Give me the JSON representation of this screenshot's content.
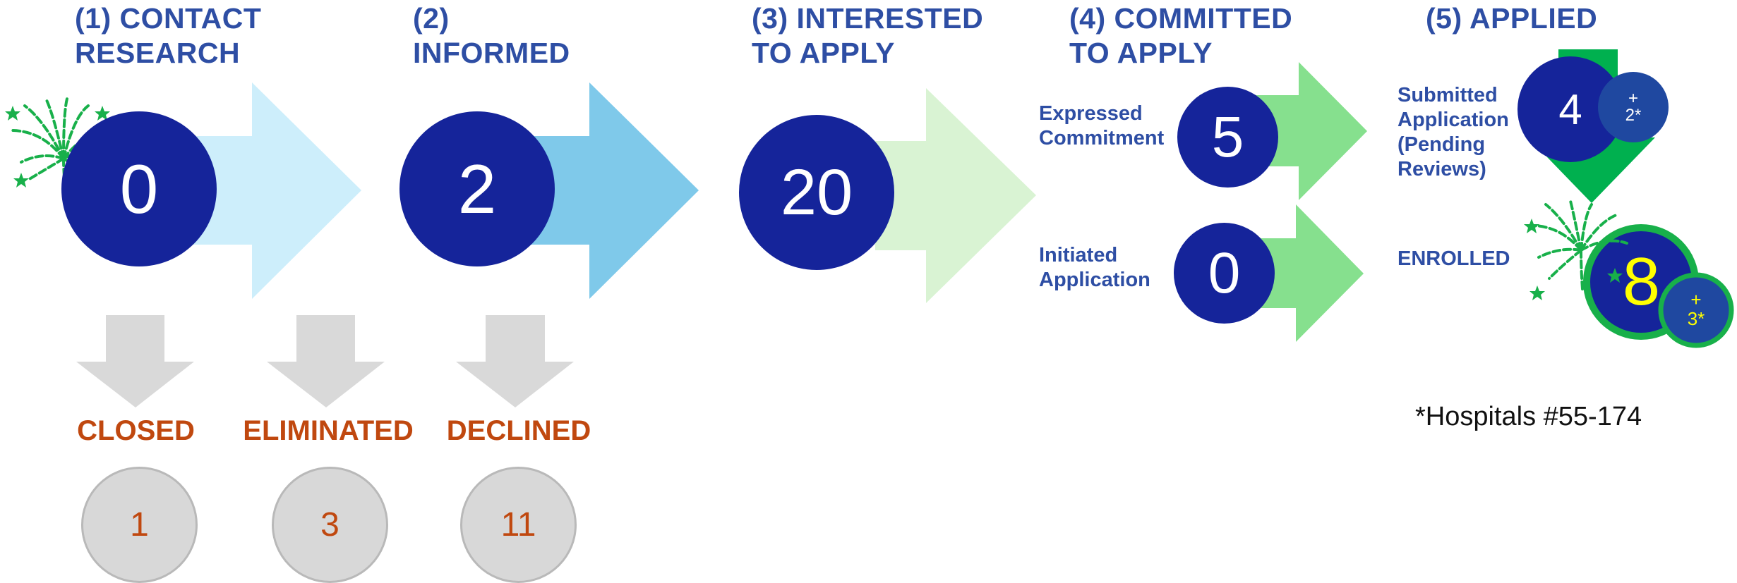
{
  "stages": [
    {
      "line1": "(1) CONTACT",
      "line2": "RESEARCH",
      "count": "0",
      "arrow_color": "#cdeefb"
    },
    {
      "line1": "(2)",
      "line2": "INFORMED",
      "count": "2",
      "arrow_color": "#7fc9ea"
    },
    {
      "line1": "(3) INTERESTED",
      "line2": "TO APPLY",
      "count": "20",
      "arrow_color": "#d9f3d3"
    },
    {
      "line1": "(4) COMMITTED",
      "line2": "TO APPLY"
    },
    {
      "line1": "(5) APPLIED",
      "line2": ""
    }
  ],
  "committed": {
    "expressed": {
      "line1": "Expressed",
      "line2": "Commitment",
      "count": "5"
    },
    "initiated": {
      "line1": "Initiated",
      "line2": "Application",
      "count": "0"
    },
    "arrow_color": "#86e08e"
  },
  "applied": {
    "submitted": {
      "line1": "Submitted",
      "line2": "Application",
      "line3": "(Pending",
      "line4": "Reviews)",
      "count": "4",
      "extra_plus": "+",
      "extra": "2*"
    },
    "enrolled": {
      "label": "ENROLLED",
      "count": "8",
      "extra_plus": "+",
      "extra": "3*"
    },
    "down_arrow_color": "#00b04f"
  },
  "exits": [
    {
      "label": "CLOSED",
      "count": "1"
    },
    {
      "label": "ELIMINATED",
      "count": "3"
    },
    {
      "label": "DECLINED",
      "count": "11"
    }
  ],
  "footnote": "*Hospitals #55-174",
  "colors": {
    "title_blue": "#2e4ea4",
    "circle_navy": "#15249a",
    "exit_orange": "#c0480f",
    "grey": "#d8d8d8",
    "firework_green": "#18b04a",
    "enrolled_yellow": "#ffff00"
  },
  "icons": [
    "fireworks-icon",
    "arrow-right-icon",
    "arrow-down-icon"
  ]
}
